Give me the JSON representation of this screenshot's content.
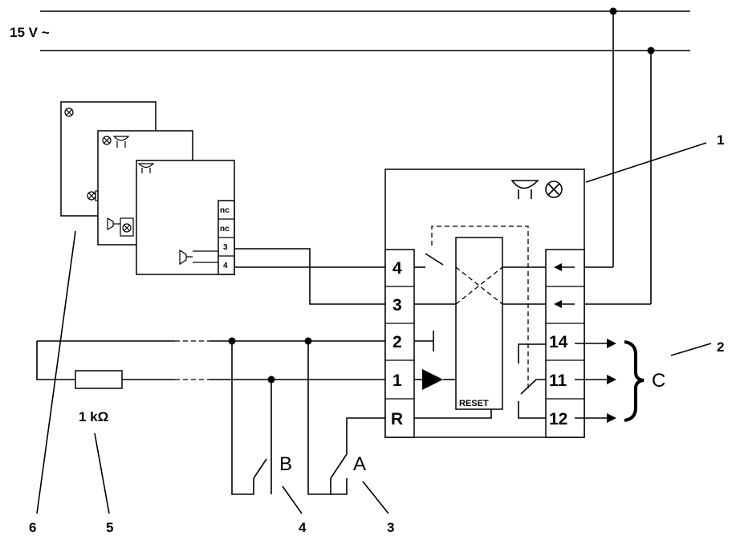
{
  "supply": {
    "label": "15 V ~"
  },
  "device": {
    "left_terminals": [
      "4",
      "3",
      "2",
      "1",
      "R"
    ],
    "right_terminals": [
      "14",
      "11",
      "12"
    ],
    "reset_label": "RESET"
  },
  "detectors": {
    "terminal_labels": [
      "nc",
      "nc",
      "3",
      "4"
    ]
  },
  "resistor": {
    "label": "1 kΩ"
  },
  "switches": {
    "a_label": "A",
    "b_label": "B"
  },
  "outputs": {
    "group_label": "C"
  },
  "callouts": [
    "1",
    "2",
    "3",
    "4",
    "5",
    "6"
  ],
  "icons": [
    "lamp-icon",
    "horn-icon",
    "arrow-left-icon",
    "arrow-right-icon",
    "diode-triangle-icon"
  ]
}
